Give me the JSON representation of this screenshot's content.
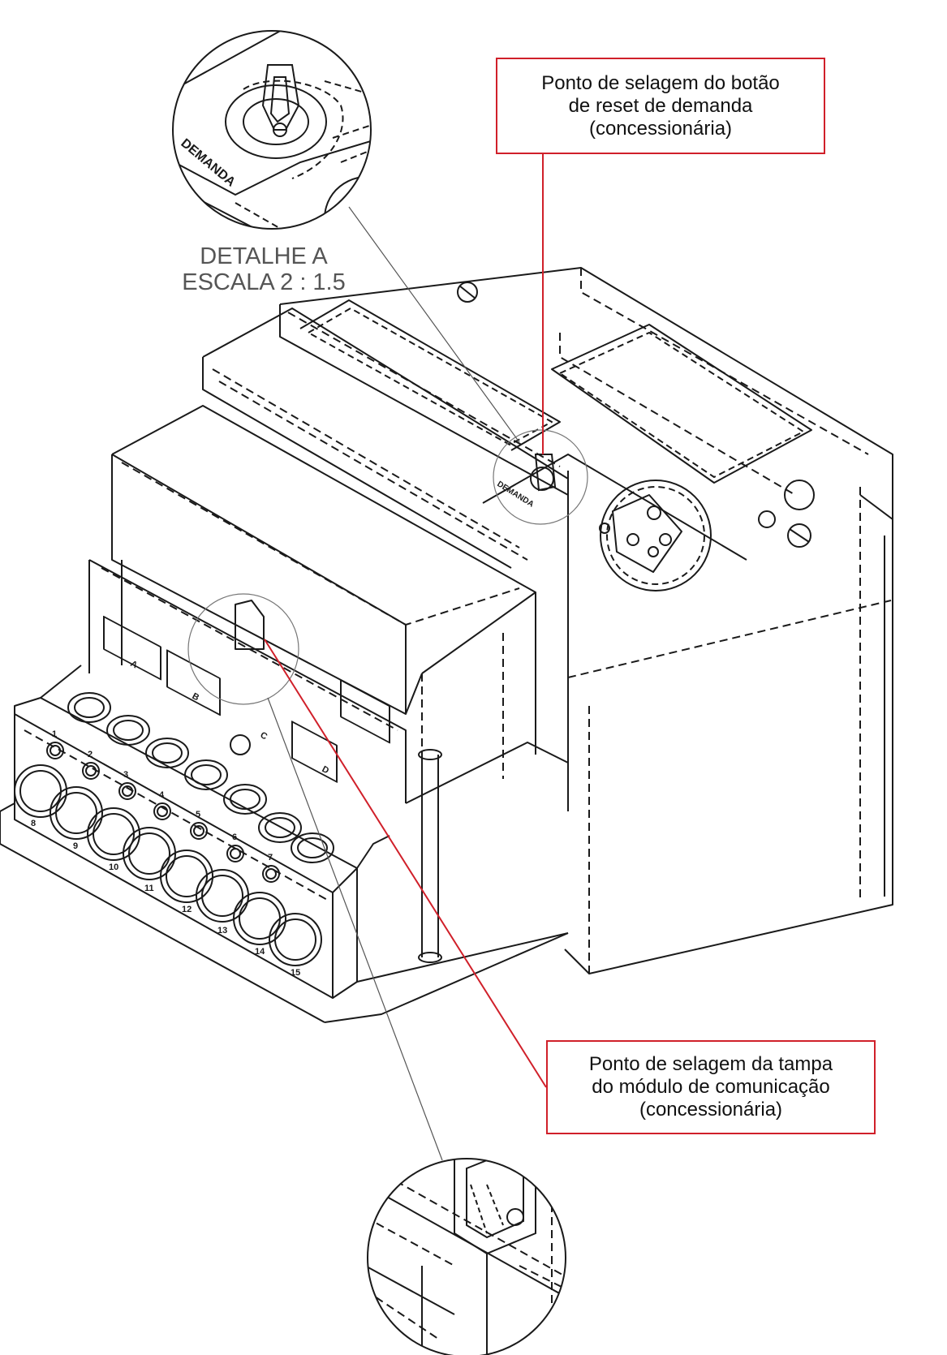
{
  "callouts": {
    "reset_button": {
      "lines": [
        "Ponto de selagem do botão",
        "de reset de demanda",
        "(concessionária)"
      ],
      "border_color": "#d0202a"
    },
    "comm_cover": {
      "lines": [
        "Ponto de selagem da tampa",
        "do módulo de comunicação",
        "(concessionária)"
      ],
      "border_color": "#d0202a"
    }
  },
  "detail_a": {
    "title": "DETALHE A",
    "scale": "ESCALA 2 : 1.5"
  },
  "engraved_labels": {
    "demanda": "DEMANDA",
    "ports": [
      "A",
      "B",
      "C",
      "D"
    ],
    "terminals_top": [
      "1",
      "2",
      "3",
      "4",
      "5",
      "6",
      "7"
    ],
    "terminals_bottom": [
      "8",
      "9",
      "10",
      "11",
      "12",
      "13",
      "14",
      "15"
    ]
  },
  "colors": {
    "leader_line": "#d0202a",
    "drawing_line": "#1a1a1a",
    "detail_text": "#555555"
  }
}
